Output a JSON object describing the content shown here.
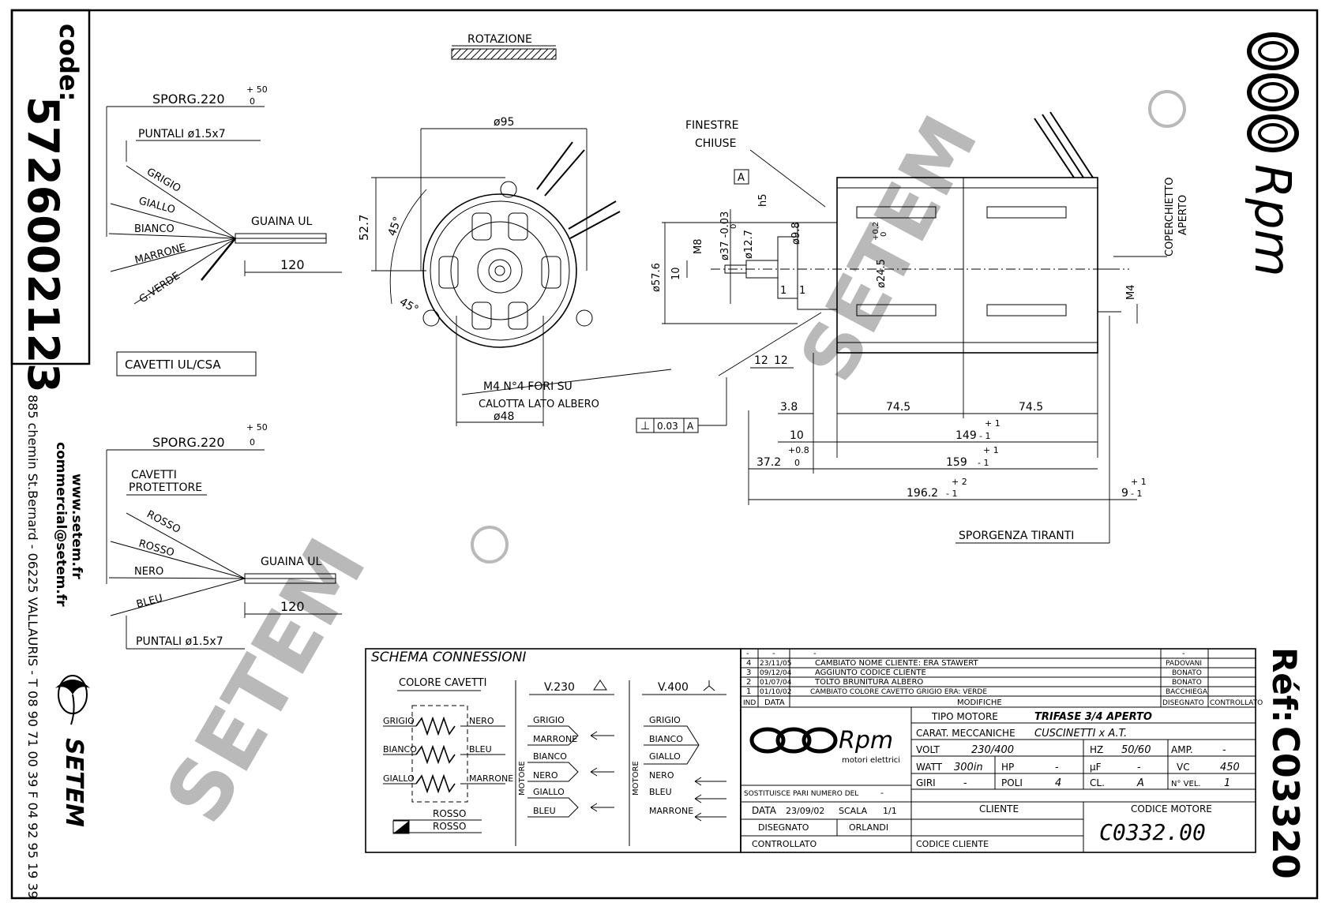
{
  "code_label": "code:",
  "code_value": "5726002123",
  "ref_label": "Réf:",
  "ref_value": "C03320",
  "address": {
    "street": "885 chemin St.Bernard  -  06225 VALLAURIS  -  T 08 90 71 00 39  F 04 92 95 19 39",
    "email": "commercial@setem.fr",
    "web": "www.setem.fr",
    "company": "SETEM"
  },
  "watermark": "SETEM",
  "logo": {
    "brand": "Rpm",
    "subtitle": "motori elettrici"
  },
  "rotation_label": "ROTAZIONE",
  "cable_top": {
    "sporg": "SPORG.220",
    "tol_plus": "+ 50",
    "tol_zero": "0",
    "puntali": "PUNTALI ø1.5x7",
    "wires": [
      "GRIGIO",
      "GIALLO",
      "BIANCO",
      "MARRONE",
      "G.VERDE"
    ],
    "sheath": "GUAINA UL",
    "length": "120",
    "cables_box": "CAVETTI UL/CSA"
  },
  "cable_bottom": {
    "sporg": "SPORG.220",
    "tol_plus": "+ 50",
    "tol_zero": "0",
    "cables": "CAVETTI",
    "protector": "PROTETTORE",
    "wires": [
      "ROSSO",
      "ROSSO",
      "NERO",
      "BLEU"
    ],
    "sheath": "GUAINA UL",
    "length": "120",
    "puntali": "PUNTALI ø1.5x7"
  },
  "front_view": {
    "diameter": "ø95",
    "height": "52.7",
    "angle1": "45°",
    "angle2": "45°",
    "holes_note_1": "M4 N°4 FORI SU",
    "holes_note_2": "CALOTTA LATO ALBERO",
    "bolt_diameter": "ø48"
  },
  "side_view": {
    "windows_1": "FINESTRE",
    "windows_2": "CHIUSE",
    "datum": "A",
    "cover_1": "COPERCHIETTO",
    "cover_2": "APERTO",
    "d_576": "ø57.6",
    "d_10": "10",
    "m8": "M8",
    "d_37": "ø37 -0.03",
    "d_37_tol": "0",
    "d_127": "ø12.7",
    "h5": "h5",
    "d_98": "ø9.8",
    "d_245": "ø24.5",
    "d_245_tol": "+0.2",
    "d_245_tol0": "0",
    "one_a": "1",
    "one_b": "1",
    "m4": "M4",
    "w12a": "12",
    "w12b": "12",
    "flatness_sym": "⊥",
    "flatness_val": "0.03",
    "flatness_ref": "A",
    "d_38": "3.8",
    "d_745a": "74.5",
    "d_745b": "74.5",
    "d_149": "149",
    "d_149_tol_plus": "+ 1",
    "d_149_tol_minus": "- 1",
    "d_372": "37.2",
    "d_372_tol_plus": "+0.8",
    "d_372_tol_zero": "0",
    "d_159": "159",
    "d_159_tol_plus": "+ 1",
    "d_159_tol_minus": "- 1",
    "d_1962": "196.2",
    "d_1962_tol_plus": "+ 2",
    "d_1962_tol_minus": "- 1",
    "d_9": "9",
    "d_9_tol_plus": "+ 1",
    "d_9_tol_minus": "- 1",
    "tie_rods": "SPORGENZA TIRANTI"
  },
  "schema": {
    "title": "SCHEMA CONNESSIONI",
    "colour_title": "COLORE CAVETTI",
    "pairs": [
      {
        "left": "GRIGIO",
        "right": "NERO"
      },
      {
        "left": "BIANCO",
        "right": "BLEU"
      },
      {
        "left": "GIALLO",
        "right": "MARRONE"
      }
    ],
    "protector_1": "ROSSO",
    "protector_2": "ROSSO",
    "v230": "V.230",
    "v400": "V.400",
    "motor_label": "MOTORE",
    "v230_wires": [
      "GRIGIO",
      "MARRONE",
      "BIANCO",
      "NERO",
      "GIALLO",
      "BLEU"
    ],
    "v400_wires": [
      "GRIGIO",
      "BIANCO",
      "GIALLO",
      "NERO",
      "BLEU",
      "MARRONE"
    ]
  },
  "revisions": {
    "header_blank": [
      "-",
      "-",
      "-",
      "-"
    ],
    "rows": [
      {
        "ind": "4",
        "date": "23/11/05",
        "desc": "CAMBIATO NOME CLIENTE: ERA STAWERT",
        "drawn": "PADOVANI"
      },
      {
        "ind": "3",
        "date": "09/12/04",
        "desc": "AGGIUNTO CODICE CLIENTE",
        "drawn": "BONATO"
      },
      {
        "ind": "2",
        "date": "01/07/04",
        "desc": "TOLTO BRUNITURA ALBERO",
        "drawn": "BONATO"
      },
      {
        "ind": "1",
        "date": "01/10/02",
        "desc": "CAMBIATO COLORE CAVETTO GRIGIO ERA: VERDE",
        "drawn": "BACCHIEGA"
      }
    ],
    "h_ind": "IND",
    "h_date": "DATA",
    "h_mod": "MODIFICHE",
    "h_drawn": "DISEGNATO",
    "h_checked": "CONTROLLATO"
  },
  "title_block": {
    "motor_type_label": "TIPO MOTORE",
    "motor_type": "TRIFASE 3/4 APERTO",
    "mech_label": "CARAT. MECCANICHE",
    "mech": "CUSCINETTI x A.T.",
    "volt_label": "VOLT",
    "volt": "230/400",
    "hz_label": "HZ",
    "hz": "50/60",
    "amp_label": "AMP.",
    "amp": "-",
    "watt_label": "WATT",
    "watt": "300in",
    "hp_label": "HP",
    "hp": "-",
    "uf_label": "µF",
    "uf": "-",
    "vc_label": "VC",
    "vc": "450",
    "rpm_label": "GIRI",
    "rpm": "-",
    "poles_label": "POLI",
    "poles": "4",
    "cl_label": "CL.",
    "cl": "A",
    "speeds_label": "N° VEL.",
    "speeds": "1",
    "replaces_label": "SOSTITUISCE PARI NUMERO DEL",
    "replaces": "-",
    "date_label": "DATA",
    "date": "23/09/02",
    "scale_label": "SCALA",
    "scale": "1/1",
    "drawn_label": "DISEGNATO",
    "drawn": "ORLANDI",
    "checked_label": "CONTROLLATO",
    "client_label": "CLIENTE",
    "client_code_label": "CODICE CLIENTE",
    "motor_code_label": "CODICE MOTORE",
    "motor_code": "C0332.00"
  }
}
